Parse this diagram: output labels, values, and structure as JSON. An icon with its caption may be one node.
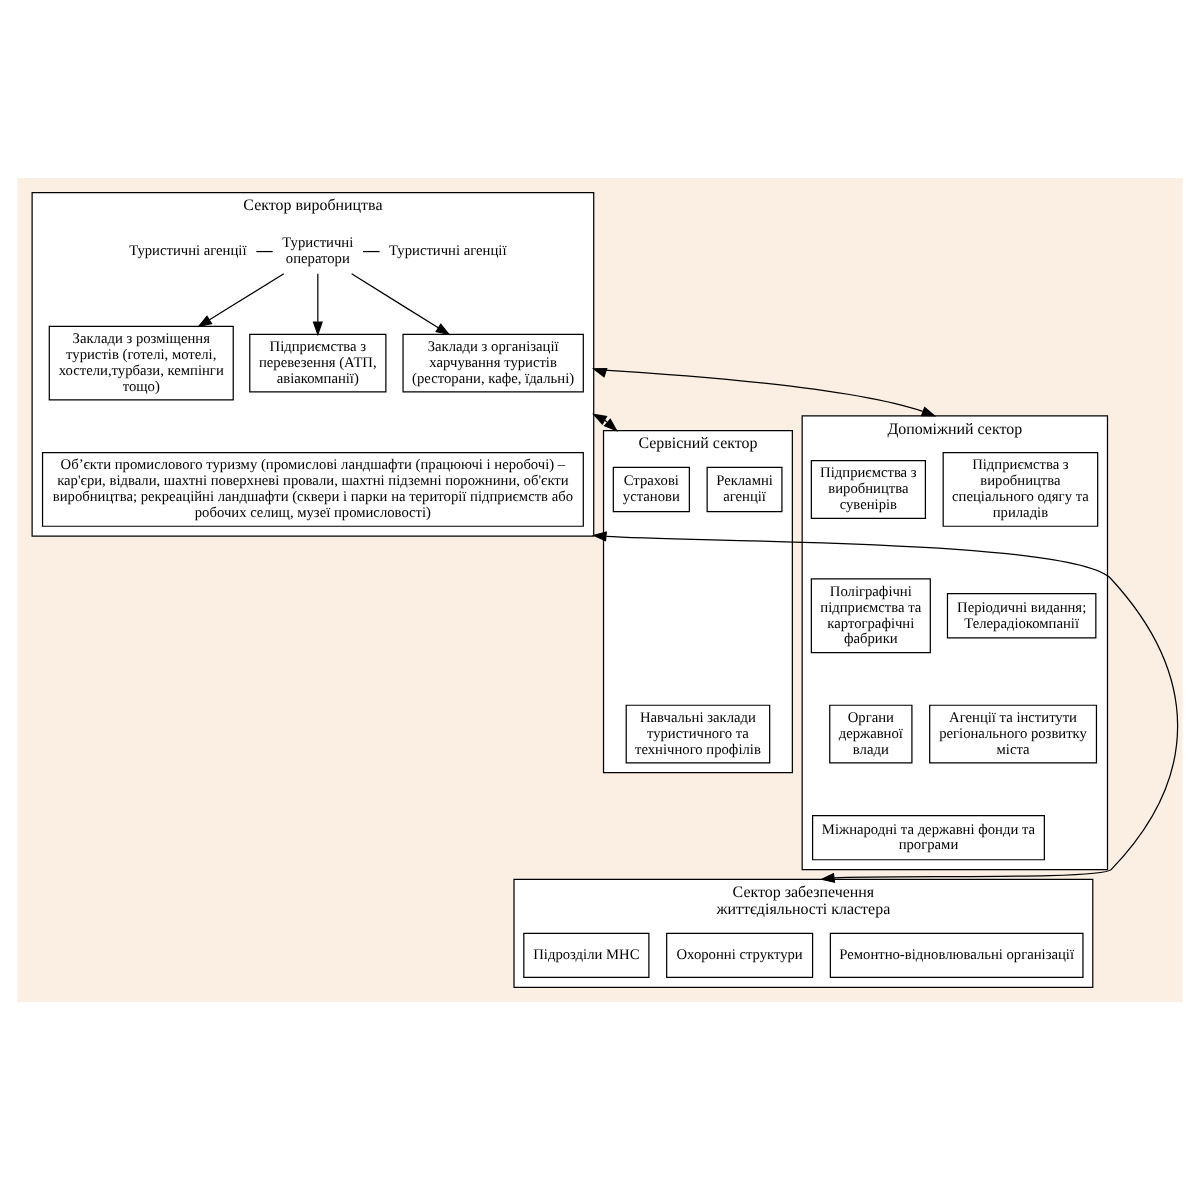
{
  "diagram": {
    "nodes": [
      {
        "text": [
          "Сектор виробництва"
        ]
      },
      {
        "text": [
          "Туристичні агенції"
        ],
        "in": 0
      },
      {
        "text": [
          "Туристичні оператори"
        ],
        "in": 0
      },
      {
        "text": [
          "Туристичні агенції"
        ],
        "in": 0
      },
      {
        "text": [
          "Заклади з розміщення туристів (готелі, мотелі, хостели,турбази, кемпінги тощо)"
        ],
        "in": 0
      },
      {
        "text": [
          "Підприємства з перевезення (АТП, авіакомпанії)"
        ],
        "in": 0
      },
      {
        "text": [
          "Заклади з організації харчування туристів (ресторани, кафе, їдальні)"
        ],
        "in": 0
      },
      {
        "text": [
          "Об’єкти промислового туризму (промислові ландшафти (працюючі і неробочі) – кар'єри, відвали, шахтні поверхневі провали, шахтні підземні порожнини, об'єкти виробництва; рекреаційні ландшафти (сквери і парки на території підприємств або робочих селищ, музеї промисловості)"
        ],
        "in": 0
      },
      {
        "text": [
          "Сервісний сектор"
        ]
      },
      {
        "text": [
          "Страхові установи"
        ],
        "in": 8
      },
      {
        "text": [
          "Рекламні агенції"
        ],
        "in": 8
      },
      {
        "text": [
          "Навчальні заклади туристичного та технічного профілів"
        ],
        "in": 8
      },
      {
        "text": [
          "Допоміжний сектор"
        ]
      },
      {
        "text": [
          "Підприємства з виробництва сувенірів"
        ],
        "in": 12
      },
      {
        "text": [
          "Підприємства з виробництва спеціального одягу та приладів"
        ],
        "in": 12
      },
      {
        "text": [
          "Поліграфічні підприємства та картографічні фабрики"
        ],
        "in": 12
      },
      {
        "text": [
          "Періодичні видання;",
          "Телерадіокомпанії"
        ],
        "in": 12
      },
      {
        "text": [
          "Органи державної влади"
        ],
        "in": 12
      },
      {
        "text": [
          "Агенції та інститути регіонального розвитку міста"
        ],
        "in": 12
      },
      {
        "text": [
          "Міжнародні та державні фонди та програми"
        ],
        "in": 12
      },
      {
        "text": [
          "Сектор забезпечення життєдіяльності кластера"
        ]
      },
      {
        "text": [
          "Підрозділи МНС"
        ],
        "in": 20
      },
      {
        "text": [
          "Охоронні структури"
        ],
        "in": 20
      },
      {
        "text": [
          "Ремонтно-відновлювальні організації"
        ],
        "in": 20
      }
    ],
    "edges": [
      {
        "from": 1,
        "to": 2,
        "arrow": "none"
      },
      {
        "from": 2,
        "to": 3,
        "arrow": "none"
      },
      {
        "from": 2,
        "to": 4,
        "arrow": "to"
      },
      {
        "from": 2,
        "to": 5,
        "arrow": "to"
      },
      {
        "from": 2,
        "to": 6,
        "arrow": "to"
      },
      {
        "from": 0,
        "to": 8,
        "arrow": "both"
      },
      {
        "from": 0,
        "to": 12,
        "arrow": "both"
      },
      {
        "from": 0,
        "to": 20,
        "arrow": "both"
      }
    ]
  }
}
